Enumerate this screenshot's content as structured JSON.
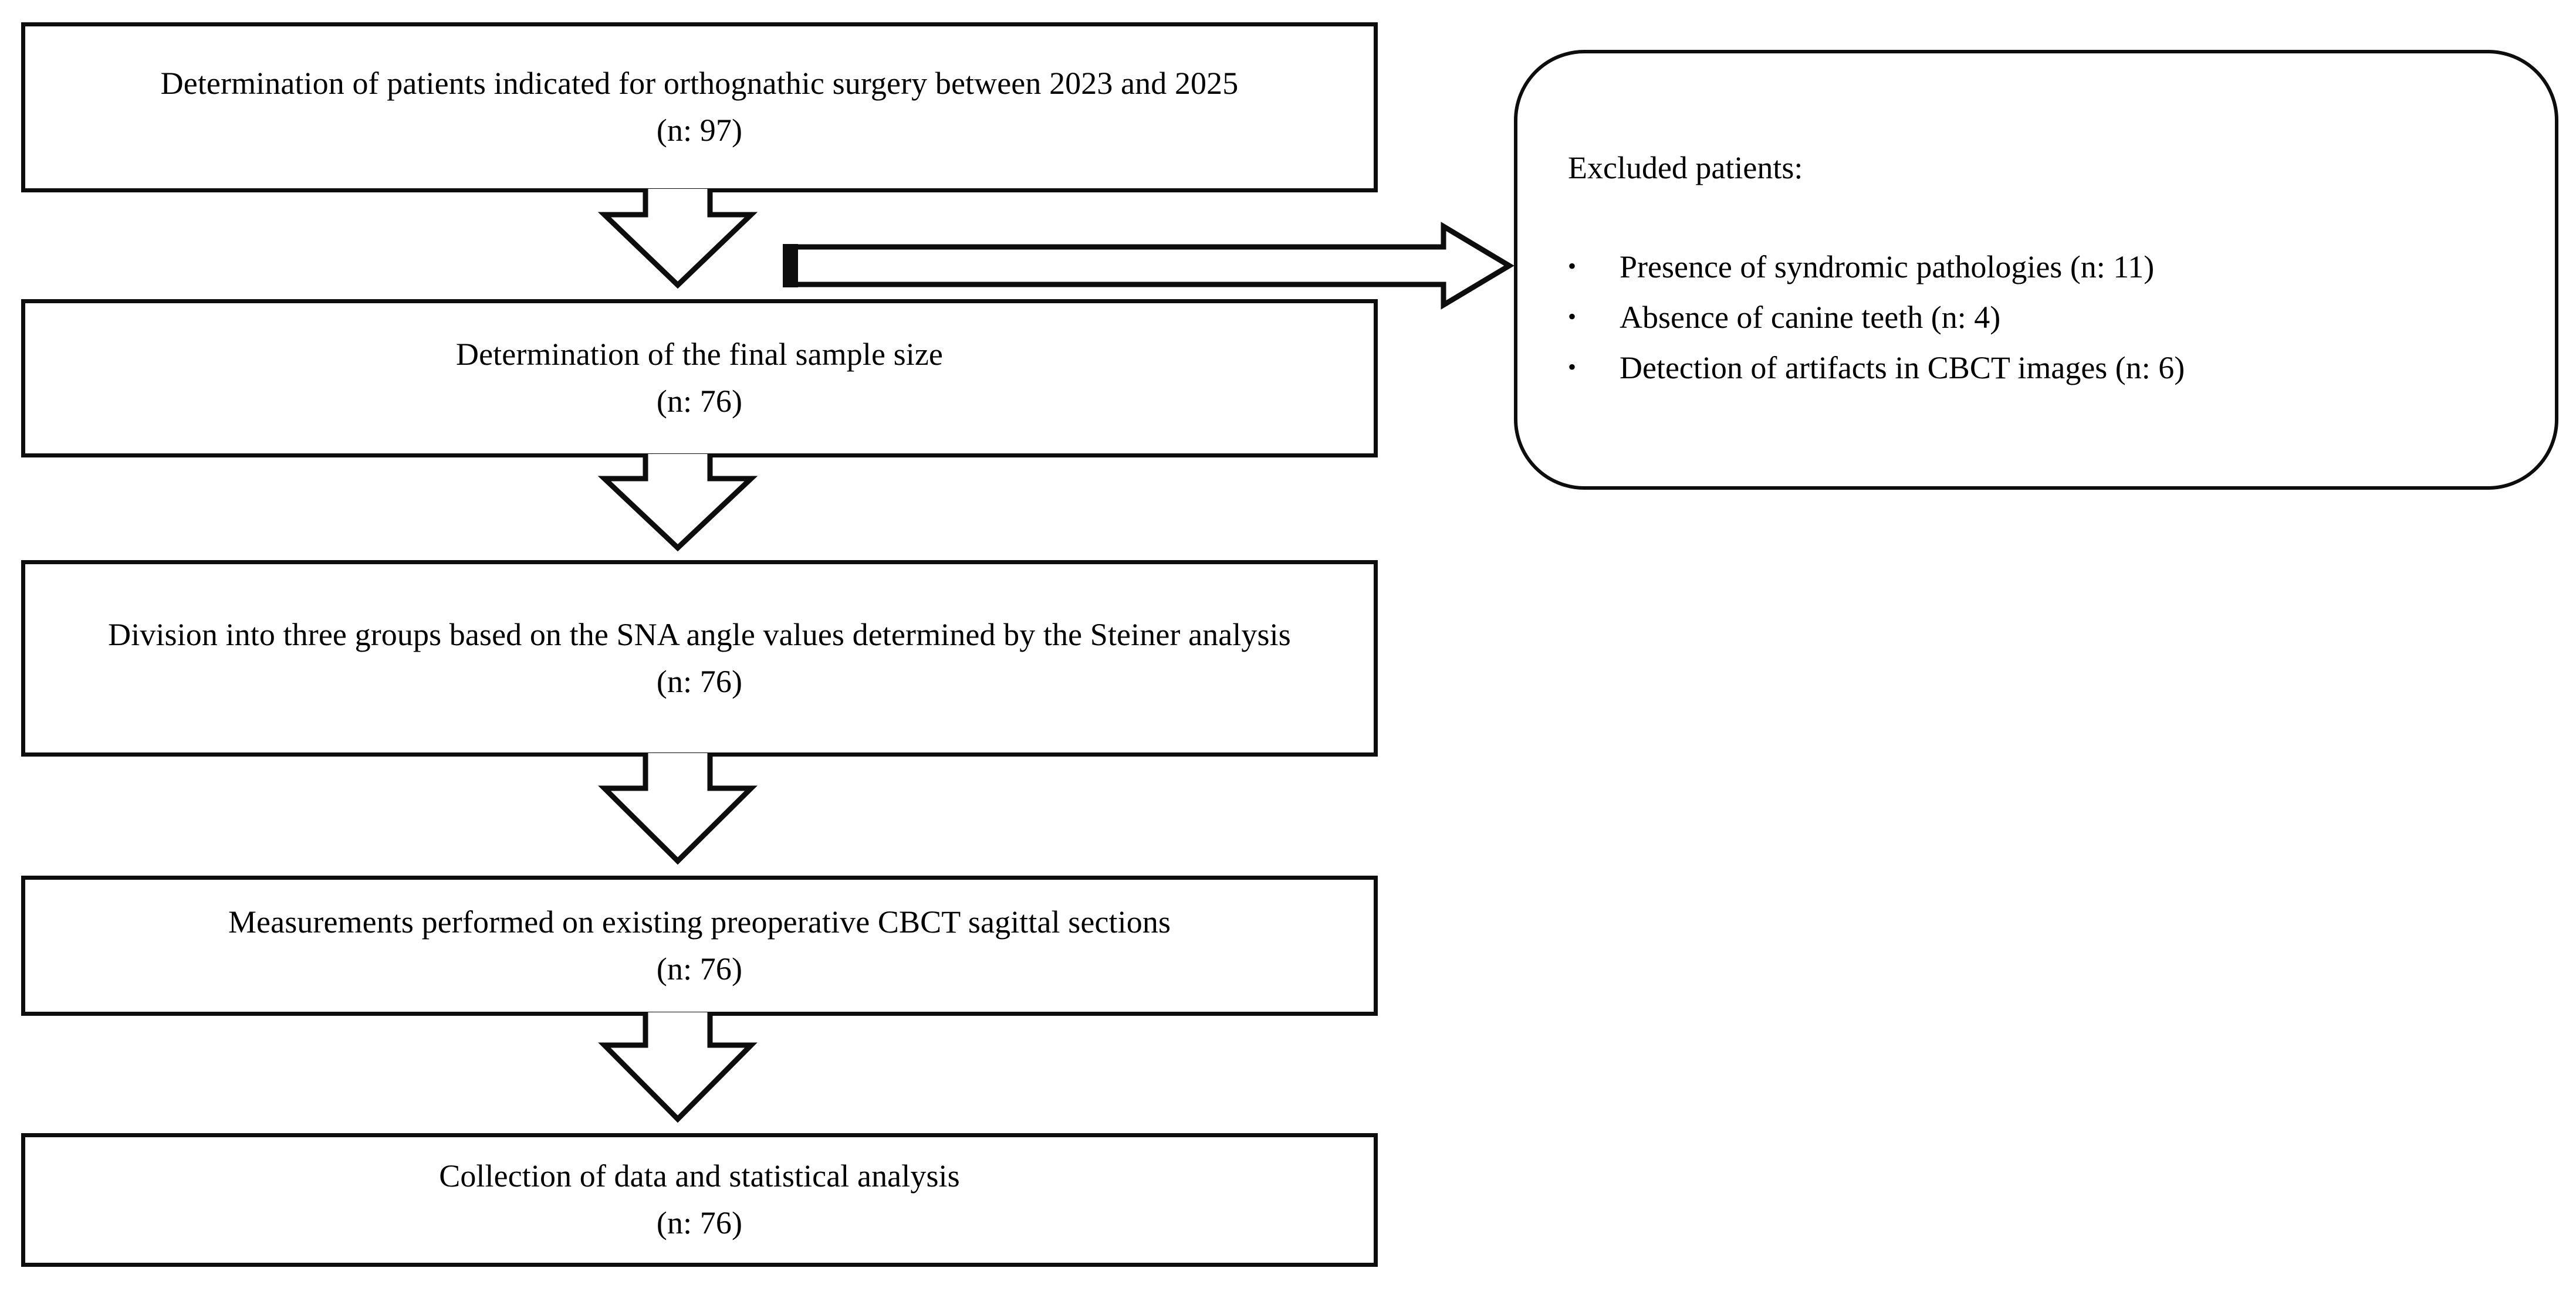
{
  "diagram": {
    "title": "Patient selection and study workflow flowchart",
    "background_color": "#ffffff",
    "line_color": "#0d0d0d"
  },
  "flow": {
    "steps": [
      {
        "id": "step-1",
        "name": "determination-of-patients",
        "text": "Determination of patients indicated for orthognathic surgery between 2023 and 2025\n(n: 97)",
        "n_label": "(n: 97)",
        "n_value": 97
      },
      {
        "id": "step-2",
        "name": "final-sample-size",
        "text": "Determination of the final sample size\n(n: 76)",
        "n_label": "(n: 76)",
        "n_value": 76
      },
      {
        "id": "step-3",
        "name": "division-into-groups",
        "text": "Division into three groups based on the SNA angle values determined by the Steiner analysis\n(n: 76)",
        "n_label": "(n: 76)",
        "n_value": 76
      },
      {
        "id": "step-4",
        "name": "measurements-on-cbct",
        "text": "Measurements performed on existing preoperative CBCT sagittal sections\n(n: 76)",
        "n_label": "(n: 76)",
        "n_value": 76
      },
      {
        "id": "step-5",
        "name": "collection-and-analysis",
        "text": "Collection of data and  statistical analysis\n(n: 76)",
        "n_label": "(n: 76)",
        "n_value": 76
      }
    ]
  },
  "excluded": {
    "title": "Excluded patients:",
    "bullet_glyph": "•",
    "items": [
      {
        "text": "Presence of syndromic pathologies (n: 11)",
        "n_value": 11
      },
      {
        "text": "Absence of canine teeth (n: 4)",
        "n_value": 4
      },
      {
        "text": "Detection of artifacts in CBCT images (n: 6)",
        "n_value": 6
      }
    ]
  },
  "connectors": [
    {
      "name": "arrow-step1-to-step2",
      "direction": "down"
    },
    {
      "name": "arrow-step1-to-excluded",
      "direction": "right"
    },
    {
      "name": "arrow-step2-to-step3",
      "direction": "down"
    },
    {
      "name": "arrow-step3-to-step4",
      "direction": "down"
    },
    {
      "name": "arrow-step4-to-step5",
      "direction": "down"
    }
  ]
}
